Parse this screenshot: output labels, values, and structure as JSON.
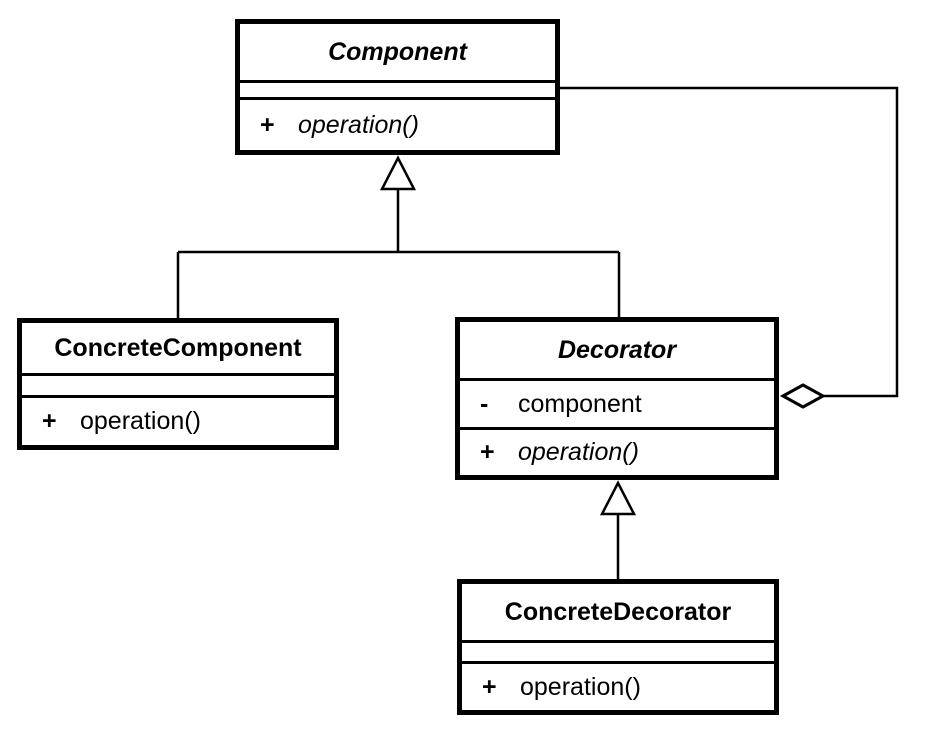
{
  "diagram": {
    "type": "uml-class-diagram",
    "pattern": "Decorator"
  },
  "colors": {
    "line": "#000000",
    "background": "#ffffff",
    "text": "#000000"
  },
  "classes": {
    "component": {
      "name": "Component",
      "abstract": true,
      "attributes": [],
      "methods": [
        {
          "visibility": "+",
          "signature": "operation()",
          "abstract": true
        }
      ]
    },
    "concrete_component": {
      "name": "ConcreteComponent",
      "abstract": false,
      "attributes": [],
      "methods": [
        {
          "visibility": "+",
          "signature": "operation()",
          "abstract": false
        }
      ]
    },
    "decorator": {
      "name": "Decorator",
      "abstract": true,
      "attributes": [
        {
          "visibility": "-",
          "signature": "component"
        }
      ],
      "methods": [
        {
          "visibility": "+",
          "signature": "operation()",
          "abstract": true
        }
      ]
    },
    "concrete_decorator": {
      "name": "ConcreteDecorator",
      "abstract": false,
      "attributes": [],
      "methods": [
        {
          "visibility": "+",
          "signature": "operation()",
          "abstract": false
        }
      ]
    }
  },
  "relationships": [
    {
      "type": "generalization",
      "from": "ConcreteComponent",
      "to": "Component"
    },
    {
      "type": "generalization",
      "from": "Decorator",
      "to": "Component"
    },
    {
      "type": "generalization",
      "from": "ConcreteDecorator",
      "to": "Decorator"
    },
    {
      "type": "aggregation",
      "owner": "Decorator",
      "part": "Component"
    }
  ]
}
